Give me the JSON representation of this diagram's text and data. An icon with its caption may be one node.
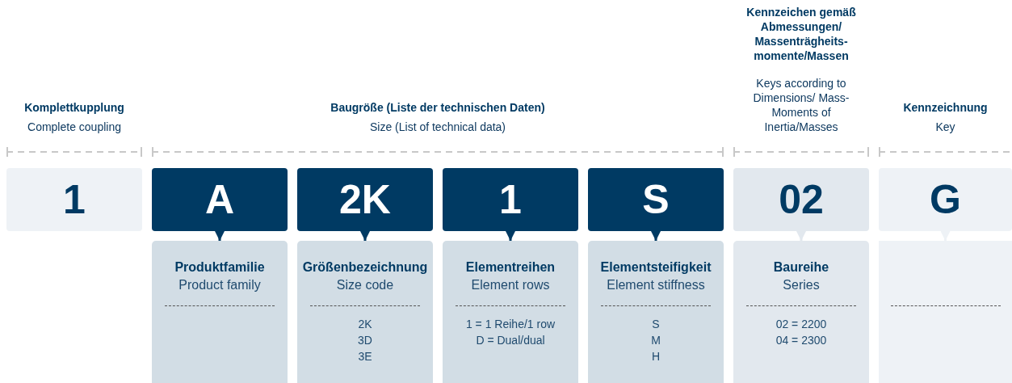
{
  "diagram": {
    "nodes": [
      {
        "text": [
          "1"
        ]
      },
      {
        "text": [
          "A"
        ]
      },
      {
        "text": [
          "2K"
        ]
      },
      {
        "text": [
          "1"
        ]
      },
      {
        "text": [
          "S"
        ]
      },
      {
        "text": [
          "02"
        ]
      },
      {
        "text": [
          "G"
        ]
      },
      {
        "text": [
          "Produktfamilie",
          "Product family"
        ]
      },
      {
        "text": [
          "Größenbezeichnung",
          "Size code",
          "2K",
          "3D",
          "3E"
        ]
      },
      {
        "text": [
          "Elementreihen",
          "Element rows",
          "1 = 1 Reihe/1 row",
          "D = Dual/dual"
        ]
      },
      {
        "text": [
          "Elementsteifigkeit",
          "Element stiffness",
          "S",
          "M",
          "H"
        ]
      },
      {
        "text": [
          "Baureihe",
          "Series",
          "02 = 2200",
          "04 = 2300"
        ]
      },
      {
        "text": [],
        "shape": "box"
      }
    ],
    "edges": [
      {
        "from": 1,
        "to": 7,
        "arrow": "to"
      },
      {
        "from": 2,
        "to": 8,
        "arrow": "to"
      },
      {
        "from": 3,
        "to": 9,
        "arrow": "to"
      },
      {
        "from": 4,
        "to": 10,
        "arrow": "to"
      },
      {
        "from": 5,
        "to": 11,
        "arrow": "to",
        "color": "#e2e8ee"
      },
      {
        "from": 6,
        "to": 12,
        "arrow": "to",
        "color": "#eef2f6"
      }
    ],
    "labels": [
      "Komplettkupplung",
      "Complete coupling",
      "Baugröße (Liste der technischen Daten)",
      "Size (List of technical data)",
      "Kennzeichen gemäß Abmessungen/ Massenträgheits- momente/Massen",
      "Keys according to Dimensions/ Mass-Moments of Inertia/Masses",
      "Kennzeichnung",
      "Key"
    ]
  }
}
